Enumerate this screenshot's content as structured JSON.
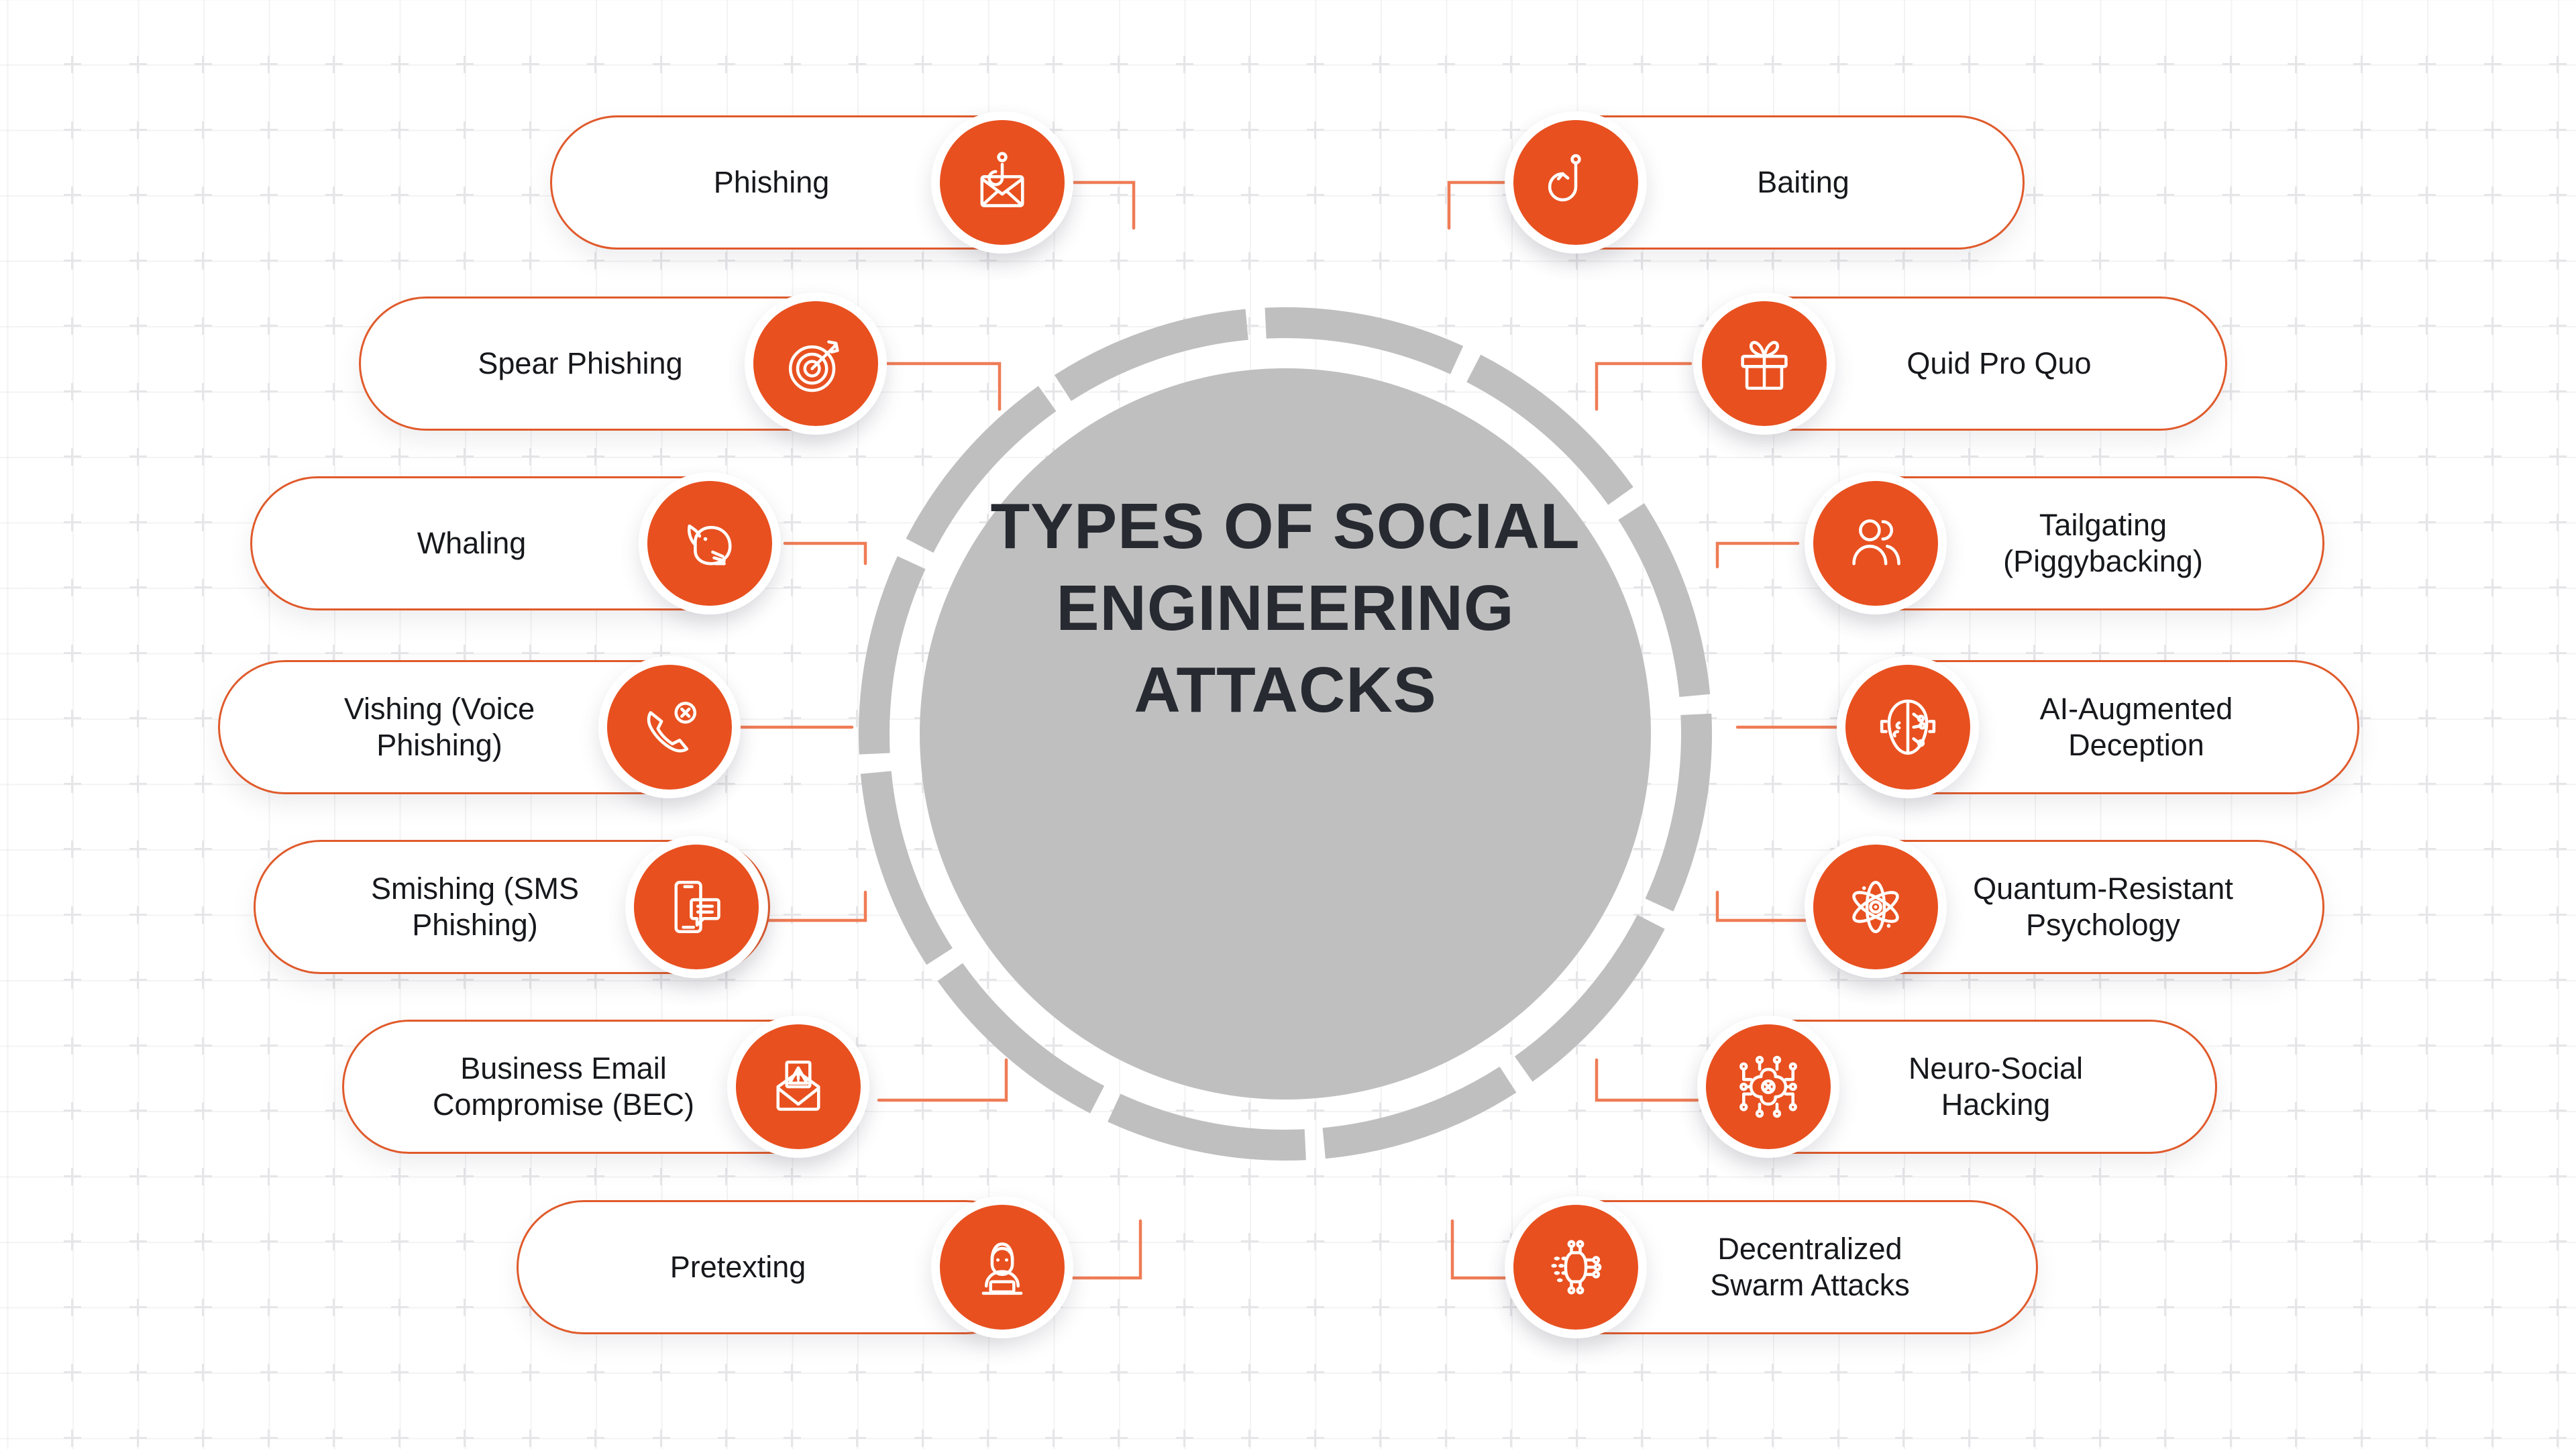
{
  "meta": {
    "colors": {
      "accent_orange": "#e8501f",
      "pill_border": "#e05a2b",
      "connector": "#ef7c56",
      "hub_gray": "#bfbfbf",
      "title_ink": "#272a31",
      "label_ink": "#17181c",
      "background": "#ffffff"
    }
  },
  "hub": {
    "title_lines": [
      "TYPES OF",
      "SOCIAL",
      "ENGINEERING",
      "ATTACKS"
    ],
    "title": "TYPES OF SOCIAL ENGINEERING ATTACKS",
    "ring_segments": 12
  },
  "left_nodes": [
    {
      "id": "phishing",
      "label": "Phishing",
      "icon": "envelope-hook-icon"
    },
    {
      "id": "spear",
      "label": "Spear Phishing",
      "icon": "target-arrow-icon"
    },
    {
      "id": "whaling",
      "label": "Whaling",
      "icon": "whale-icon"
    },
    {
      "id": "vishing",
      "label": "Vishing (Voice\nPhishing)",
      "icon": "phone-x-icon"
    },
    {
      "id": "smishing",
      "label": "Smishing (SMS\nPhishing)",
      "icon": "phone-sms-icon"
    },
    {
      "id": "bec",
      "label": "Business Email\nCompromise (BEC)",
      "icon": "envelope-warning-icon"
    },
    {
      "id": "pretext",
      "label": "Pretexting",
      "icon": "hacker-laptop-icon"
    }
  ],
  "right_nodes": [
    {
      "id": "baiting",
      "label": "Baiting",
      "icon": "fish-hook-icon"
    },
    {
      "id": "quidpro",
      "label": "Quid Pro Quo",
      "icon": "gift-box-icon"
    },
    {
      "id": "tailgate",
      "label": "Tailgating\n(Piggybacking)",
      "icon": "two-people-icon"
    },
    {
      "id": "aidecep",
      "label": "AI-Augmented\nDeception",
      "icon": "ai-head-circuit-icon"
    },
    {
      "id": "quantum",
      "label": "Quantum-Resistant\nPsychology",
      "icon": "atom-icon"
    },
    {
      "id": "neuro",
      "label": "Neuro-Social\nHacking",
      "icon": "brain-circuit-icon"
    },
    {
      "id": "swarm",
      "label": "Decentralized\nSwarm Attacks",
      "icon": "swarm-chip-icon"
    }
  ]
}
